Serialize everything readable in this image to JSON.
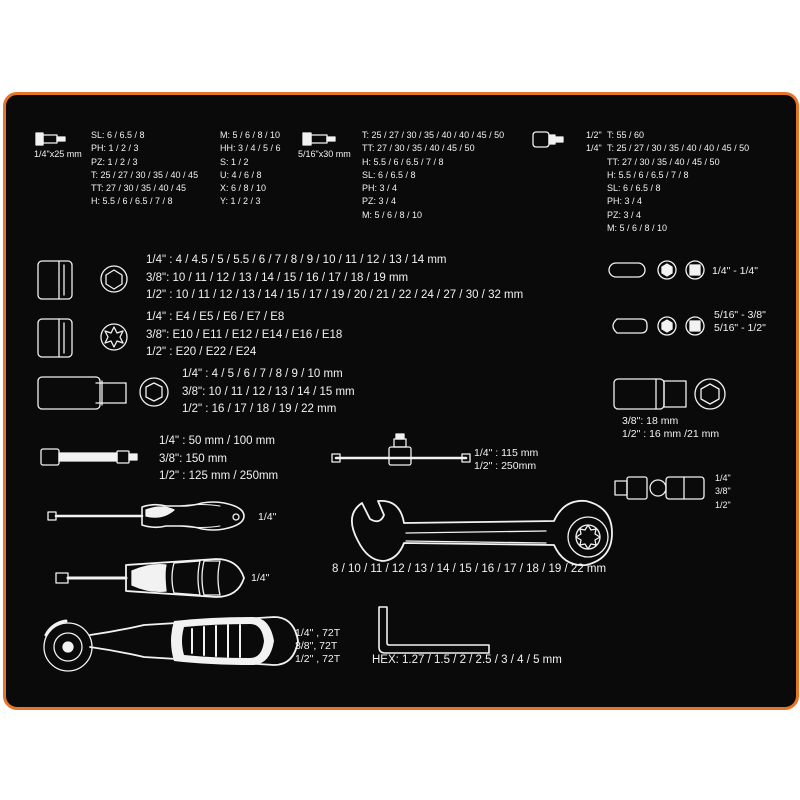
{
  "bits": {
    "a": {
      "size": "1/4\"x25 mm",
      "lines": [
        "SL: 6 / 6.5 / 8",
        "PH: 1 / 2 / 3",
        "PZ: 1 / 2 / 3",
        "T:  25 / 27 / 30 / 35 / 40 / 45",
        "TT: 27 / 30 / 35 / 40 / 45",
        "H:  5.5 / 6 / 6.5 / 7 / 8"
      ]
    },
    "b": {
      "lines": [
        "M:  5 / 6 / 8 / 10",
        "HH: 3 / 4 / 5 / 6",
        "S:  1 / 2",
        "U:  4 / 6 / 8",
        "X:  6 / 8 / 10",
        "Y:  1 / 2 / 3"
      ]
    },
    "c": {
      "size": "5/16\"x30 mm",
      "lines": [
        "T:  25 / 27 / 30 / 35 / 40 / 40 / 45 / 50",
        "TT: 27 / 30 / 35 / 40 / 45 / 50",
        "H:  5.5 / 6 / 6.5 / 7 / 8",
        "SL: 6 / 6.5 / 8",
        "PH: 3 / 4",
        "PZ: 3 / 4",
        "M:  5 / 6 / 8 / 10"
      ]
    },
    "d": {
      "drive1": "1/2\"",
      "drive2": "1/4\"",
      "lines": [
        "T:  55 / 60",
        "T:  25 / 27 / 30 / 35 / 40 / 40 / 45 / 50",
        "TT: 27 / 30 / 35 / 40 / 45 / 50",
        "H:  5.5 / 6 / 6.5 / 7 / 8",
        "SL: 6 / 6.5 / 8",
        "PH: 3 / 4",
        "PZ: 3 / 4",
        "M:  5 / 6 / 8 / 10"
      ]
    }
  },
  "sockets_hex": [
    "1/4\" : 4 / 4.5 / 5 / 5.5 / 6 / 7 / 8 / 9 / 10 / 11 / 12 / 13 / 14 mm",
    "3/8\": 10 / 11 / 12 / 13 / 14 / 15 / 16 / 17 / 18 / 19 mm",
    "1/2\" : 10 / 11 / 12 / 13 / 14 / 15 / 17 / 19 / 20 / 21 / 22 / 24 / 27 / 30 / 32 mm"
  ],
  "sockets_torx": [
    "1/4\" : E4 / E5 / E6 / E7 / E8",
    "3/8\": E10 / E11 / E12 / E14 / E16 / E18",
    "1/2\" : E20 / E22 / E24"
  ],
  "sockets_deep": [
    "1/4\" :  4 / 5 / 6 / 7 / 8 / 9 / 10 mm",
    "3/8\": 10 / 11 / 12 / 13 / 14 / 15 mm",
    "1/2\" : 16 / 17 / 18 / 19 / 22 mm"
  ],
  "extensions": [
    "1/4\" : 50 mm / 100 mm",
    "3/8\": 150 mm",
    "1/2\" : 125 mm / 250mm"
  ],
  "screwdriver_label": "1/4\"",
  "spinner_label": "1/4\"",
  "ratchet": [
    "1/4\" , 72T",
    "3/8\", 72T",
    "1/2\" , 72T"
  ],
  "tbar": [
    "1/4\" : 115 mm",
    "1/2\" : 250mm"
  ],
  "wrench_sizes": "8 / 10 / 11 / 12 / 13 / 14 / 15 / 16 / 17 / 18 / 19 / 22 mm",
  "hex_keys": "HEX: 1.27 / 1.5 / 2 / 2.5 / 3 / 4 / 5 mm",
  "adapters": {
    "a": "1/4\" - 1/4\"",
    "b": "5/16\" - 3/8\"",
    "c": "5/16\" - 1/2\""
  },
  "spark_plug": [
    "3/8\": 18 mm",
    "1/2\" : 16 mm /21 mm"
  ],
  "universal_joint": [
    "1/4\"",
    "3/8\"",
    "1/2\""
  ],
  "colors": {
    "frame": "#e8742a",
    "background": "#0a0a0a",
    "ink": "#f2f2f2"
  }
}
